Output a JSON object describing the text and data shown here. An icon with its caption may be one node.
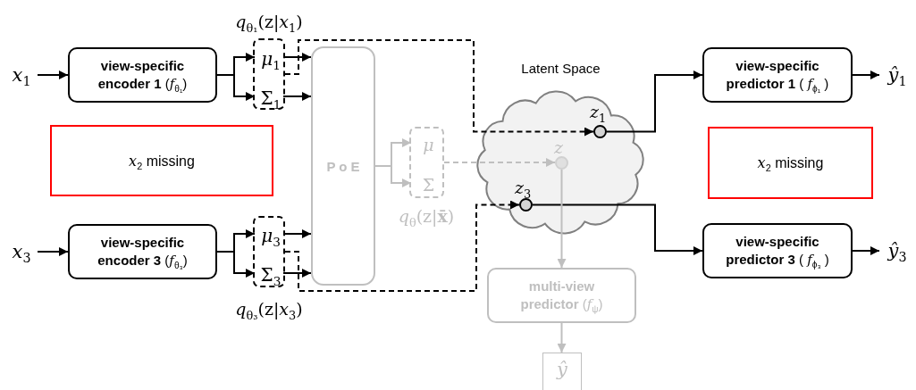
{
  "diagram": {
    "nodes": [
      {
        "text": [
          "*x*$_{1}$"
        ]
      },
      {
        "text": [
          "**view-specific encoder 1** (*f*$_{θ₁}$)"
        ]
      },
      {
        "text": [],
        "shape": "box",
        "beside": [
          "*q*$_{θ₁}$(z|*x*$_{1}$)"
        ]
      },
      {
        "text": [
          "*μ*$_{1}$"
        ],
        "in": 2
      },
      {
        "text": [
          "Σ$_{1}$"
        ],
        "in": 2
      },
      {
        "text": [
          "*x*$_{2}$ missing"
        ]
      },
      {
        "text": [
          "*x*$_{3}$"
        ]
      },
      {
        "text": [
          "**view-specific encoder 3** (*f*$_{θ₃}$)"
        ]
      },
      {
        "text": [],
        "shape": "box",
        "beside": [
          "*q*$_{θ₃}$(z|*x*$_{3}$)"
        ]
      },
      {
        "text": [
          "*μ*$_{3}$"
        ],
        "in": 8
      },
      {
        "text": [
          "Σ$_{3}$"
        ],
        "in": 8
      },
      {
        "text": [
          "P o E"
        ]
      },
      {
        "text": [],
        "shape": "box",
        "beside": [
          "*q*$_{θ}$(z|**x̄**)"
        ]
      },
      {
        "text": [
          "*μ*"
        ],
        "in": 12
      },
      {
        "text": [
          "Σ"
        ],
        "in": 12
      },
      {
        "text": [
          "Latent Space"
        ]
      },
      {
        "text": [],
        "shape": "circle",
        "in": 15,
        "beside": [
          "*z*$_{1}$"
        ]
      },
      {
        "text": [],
        "shape": "circle",
        "in": 15,
        "beside": [
          "*z*"
        ]
      },
      {
        "text": [],
        "shape": "circle",
        "in": 15,
        "beside": [
          "*z*$_{3}$"
        ]
      },
      {
        "text": [
          "**view-specific predictor 1** ( *f*$_{ϕ₁}$ )"
        ]
      },
      {
        "text": [
          "*ŷ*$_{1}$"
        ]
      },
      {
        "text": [
          "*x*$_{2}$ missing"
        ]
      },
      {
        "text": [
          "**view-specific predictor 3** ( *f*$_{ϕ₃}$ )"
        ]
      },
      {
        "text": [
          "*ŷ*$_{3}$"
        ]
      },
      {
        "text": [
          "**multi-view predictor** (*f*$_{ψ}$)"
        ]
      },
      {
        "text": [
          "*ŷ*"
        ]
      }
    ],
    "edges": [
      {
        "from": 0,
        "to": 1,
        "arrow": "to"
      },
      {
        "from": 1,
        "to": 3,
        "arrow": "to"
      },
      {
        "from": 1,
        "to": 4,
        "arrow": "to"
      },
      {
        "from": 3,
        "to": 11,
        "arrow": "to"
      },
      {
        "from": 4,
        "to": 11,
        "arrow": "to"
      },
      {
        "from": 2,
        "to": 16,
        "arrow": "to",
        "style": "dashed"
      },
      {
        "from": 6,
        "to": 7,
        "arrow": "to"
      },
      {
        "from": 7,
        "to": 9,
        "arrow": "to"
      },
      {
        "from": 7,
        "to": 10,
        "arrow": "to"
      },
      {
        "from": 9,
        "to": 11,
        "arrow": "to"
      },
      {
        "from": 10,
        "to": 11,
        "arrow": "to"
      },
      {
        "from": 8,
        "to": 18,
        "arrow": "to",
        "style": "dashed"
      },
      {
        "from": 11,
        "to": 13,
        "arrow": "to",
        "color": "#bfbfbf"
      },
      {
        "from": 11,
        "to": 14,
        "arrow": "to",
        "color": "#bfbfbf"
      },
      {
        "from": 12,
        "to": 17,
        "arrow": "to",
        "style": "dashed",
        "color": "#bfbfbf"
      },
      {
        "from": 16,
        "to": 19,
        "arrow": "to"
      },
      {
        "from": 19,
        "to": 20,
        "arrow": "to"
      },
      {
        "from": 18,
        "to": 22,
        "arrow": "to"
      },
      {
        "from": 22,
        "to": 23,
        "arrow": "to"
      },
      {
        "from": 17,
        "to": 24,
        "arrow": "to",
        "color": "#bfbfbf"
      },
      {
        "from": 24,
        "to": 25,
        "arrow": "to",
        "color": "#bfbfbf"
      }
    ]
  }
}
